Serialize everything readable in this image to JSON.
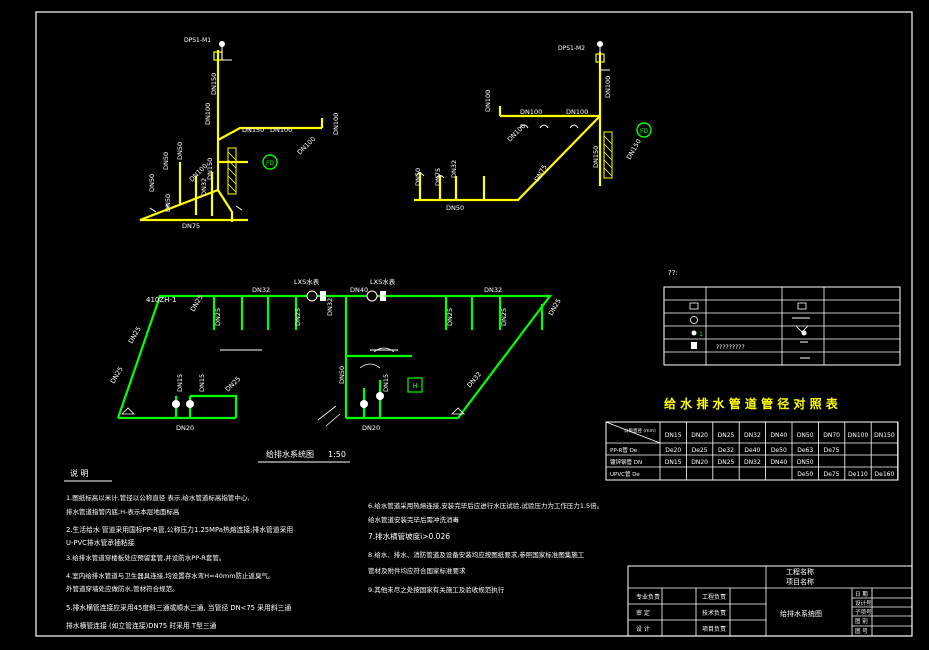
{
  "drainage_left": {
    "vent_label": "DPS1-M1",
    "pipe_labels": [
      "DN150",
      "DN100",
      "DN150",
      "DN100",
      "DN100",
      "DN100",
      "DN150",
      "DN50",
      "DN50",
      "DN100",
      "DN32",
      "DN75",
      "DN50",
      "DN50"
    ]
  },
  "drainage_right": {
    "vent_label": "DPS1-M2",
    "pipe_labels": [
      "DN100",
      "DN100",
      "DN100",
      "DN100",
      "DN100",
      "DN150",
      "DN50",
      "DN75",
      "DN32",
      "DN75",
      "DN50",
      "DN150"
    ]
  },
  "supply": {
    "riser_label": "410ZH-1",
    "meter_labels": [
      "LXS水表",
      "LXS水表"
    ],
    "pipe_labels": [
      "DN32",
      "DN32",
      "DN40",
      "DN32",
      "DN25",
      "DN25",
      "DN25",
      "DN15",
      "DN15",
      "DN20",
      "DN25",
      "DN50",
      "DN20",
      "DN15",
      "DN32",
      "DN25",
      "DN25",
      "DN25",
      "DN25",
      "DN25"
    ]
  },
  "drawing_title": "给排水系统图",
  "drawing_scale": "1:50",
  "legend_mark": "??:",
  "legend_rows": [
    "?????????"
  ],
  "pipe_table": {
    "title": "给 水 排 水 管 道 管 径 对 照 表",
    "corner": "公称直径 (mm)",
    "headers": [
      "DN15",
      "DN20",
      "DN25",
      "DN32",
      "DN40",
      "DN50",
      "DN70",
      "DN100",
      "DN150"
    ],
    "rows": [
      {
        "name": "PP-R管 De",
        "cells": [
          "De20",
          "De25",
          "De32",
          "De40",
          "De50",
          "De63",
          "De75",
          "",
          ""
        ]
      },
      {
        "name": "镀锌钢管 DN",
        "cells": [
          "DN15",
          "DN20",
          "DN25",
          "DN32",
          "DN40",
          "DN50",
          "",
          "",
          ""
        ]
      },
      {
        "name": "UPVC管 De",
        "cells": [
          "",
          "",
          "",
          "",
          "",
          "De50",
          "De75",
          "De110",
          "De160"
        ]
      }
    ]
  },
  "notes": {
    "heading": "说    明",
    "items": [
      "1.图纸标高以米计,管径以公称直径    表示,给水管道标高指管中心,",
      "  排水管道指管内底;H-表示本层地面标高",
      "2.生活给水  管道采用国标PP-R管,公称压力1.25MPa热熔连接;排水管道采用",
      "  U-PVC排水管承插粘接",
      "3.给排水管道穿楼板处应预留套管,并设防水PP-R套管。",
      "4.室内给排水管道与卫生器具连接,均设置存水弯H=40mm防止返臭气。",
      "  外管道穿墙处应做防水,管材符合规范。",
      "5.排水横管连接应采用45度斜三通或顺水三通,  当管径  DN<75  采用斜三通",
      "  排水横管连接  (如立管连接)DN75  时采用  T型三通",
      "6.给水管道采用热熔连接,安装完毕后应进行水压试验,试验压力为工作压力1.5倍。",
      "  给水管道安装完毕后需冲洗消毒",
      "7.排水横管坡度i>0.026",
      "8.给水、排水、消防管道及设备安装均应按图纸要求,参照国家标准图集施工",
      "  管材及附件均应符合国家标准要求",
      "9.其他未尽之处按国家有关施工及验收规范执行"
    ]
  },
  "title_block": {
    "project_label": "工程名称",
    "project_no_label": "项目名称",
    "row_labels": [
      "专业负责",
      "审    定",
      "设    计"
    ],
    "row_labels2": [
      "工程负责",
      "技术负责",
      "项目负责"
    ],
    "drawing_name": "给排水系统图",
    "right_labels": [
      "日    期",
      "设计号",
      "子项号",
      "图    别",
      "图    号"
    ]
  }
}
